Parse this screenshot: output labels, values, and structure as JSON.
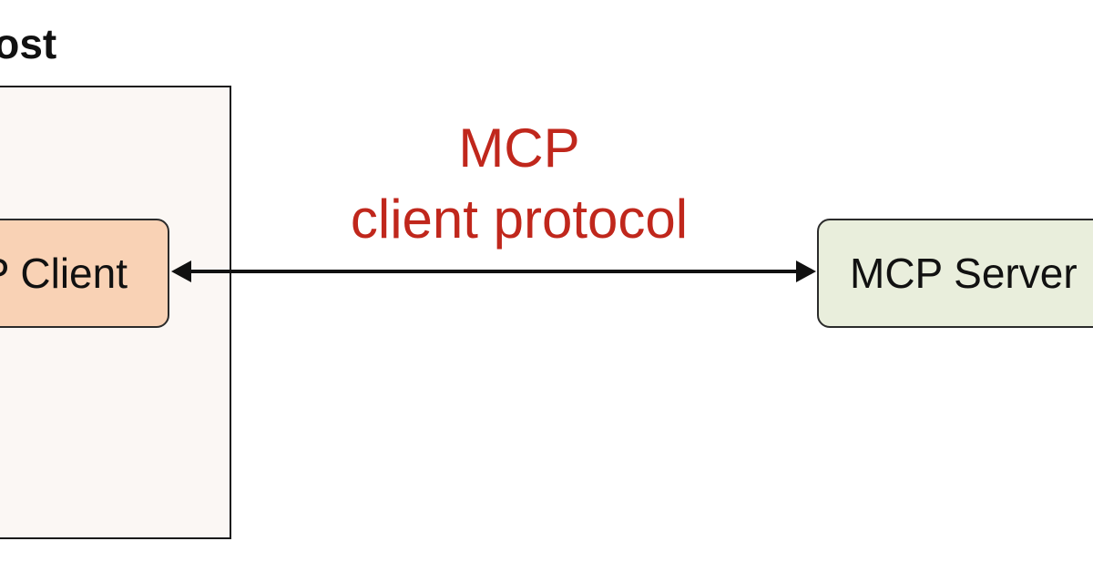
{
  "host": {
    "label": "Host"
  },
  "client": {
    "label": "MCP Client",
    "fill": "#f9d2b5"
  },
  "server": {
    "label": "MCP Server",
    "fill": "#e9eedc"
  },
  "protocol": {
    "line1": "MCP",
    "line2": "client protocol",
    "color": "#c0271c"
  },
  "connection": {
    "direction": "bidirectional"
  }
}
